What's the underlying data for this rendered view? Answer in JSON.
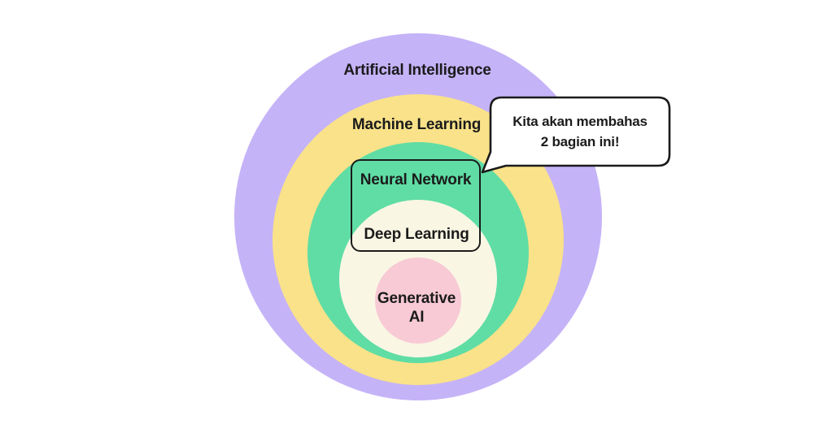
{
  "css_vars": {
    "--canvas-bg": "#ffffff",
    "--text-color": "#1b1b1b",
    "--outline-color": "#1b1b1b"
  },
  "diagram": {
    "rings": [
      {
        "label": "Artificial Intelligence",
        "color": "#c5b3f8"
      },
      {
        "label": "Machine Learning",
        "color": "#f9e289"
      },
      {
        "label": "Neural Network",
        "color": "#5fdda5"
      },
      {
        "label": "Deep Learning",
        "color": "#faf6e4"
      },
      {
        "label": "Generative AI",
        "color": "#f7cad5"
      }
    ],
    "generative_ai_lines": [
      "Generative",
      "AI"
    ]
  },
  "callout": {
    "lines": [
      "Kita akan membahas",
      "2 bagian ini!"
    ],
    "background": "#ffffff",
    "border_color": "#1b1b1b"
  }
}
